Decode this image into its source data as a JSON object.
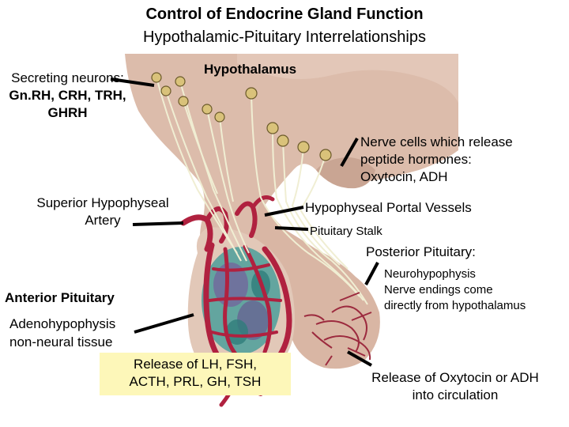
{
  "title": "Control of Endocrine Gland Function",
  "subtitle": "Hypothalamic-Pituitary Interrelationships",
  "labels": {
    "hypothalamus": "Hypothalamus",
    "secreting_prefix": "Secreting neurons: ",
    "secreting_bold": "Gn.RH, CRH, TRH, GHRH",
    "nerve_cells": [
      "Nerve cells which release",
      "peptide hormones:",
      "Oxytocin, ADH"
    ],
    "superior_artery": [
      "Superior Hypophyseal",
      "Artery"
    ],
    "portal_vessels": "Hypophyseal Portal Vessels",
    "pituitary_stalk": "Pituitary Stalk",
    "posterior_pituitary": "Posterior Pituitary:",
    "neurohypophysis": [
      "Neurohypophysis",
      "Nerve endings come",
      "directly from hypothalamus"
    ],
    "anterior_pituitary": "Anterior Pituitary",
    "adenohypophysis": [
      "Adenohypophysis",
      "non-neural tissue"
    ],
    "release_anterior": [
      "Release of LH, FSH,",
      "ACTH, PRL, GH, TSH"
    ],
    "release_posterior": [
      "Release of Oxytocin or ADH",
      "into circulation"
    ]
  },
  "colors": {
    "brain_tissue": "#d9b8a6",
    "tissue_shadow": "#c49a86",
    "blood_vessel": "#b0213f",
    "nerve_fiber": "#e8e6c4",
    "neuron_body": "#d9c27a",
    "gland_cells": "#3c8f8a",
    "gland_cells_purple": "#7a4a9a",
    "highlight_box": "#fdf7b9",
    "leader_line": "#000000"
  }
}
